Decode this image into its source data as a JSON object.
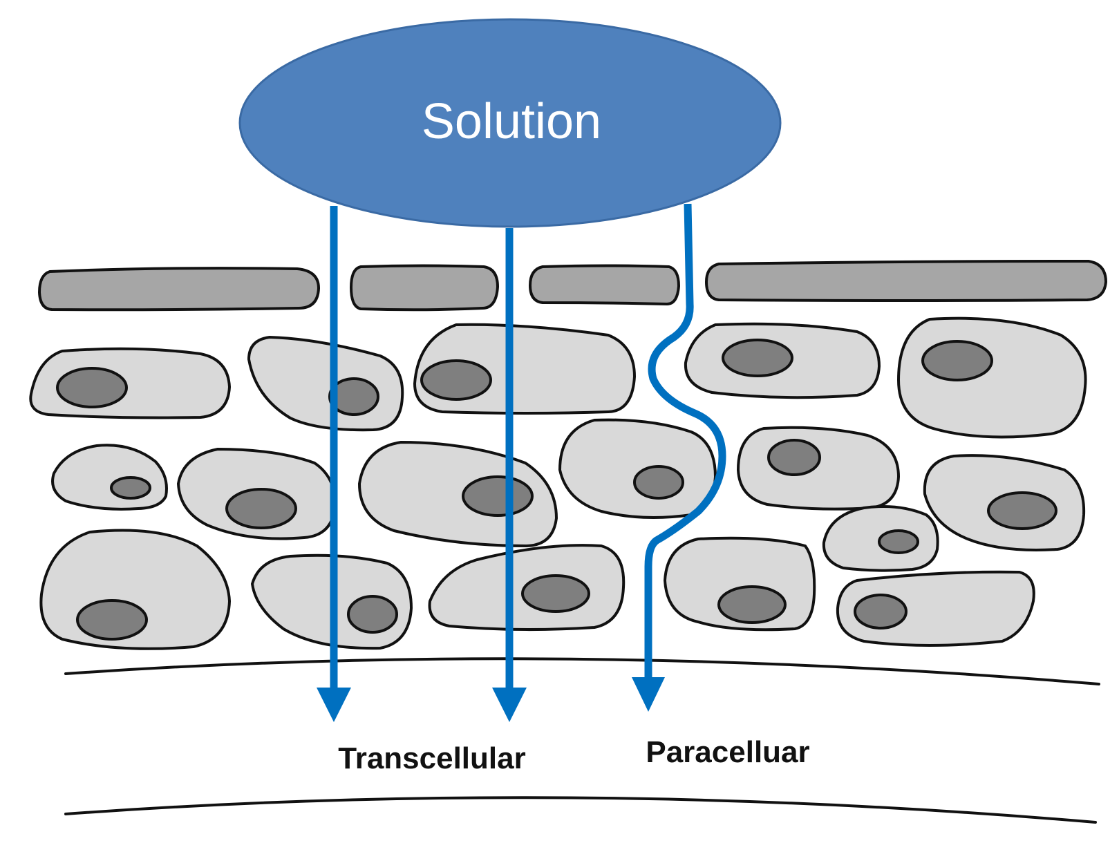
{
  "colors": {
    "solution_fill": "#4f81bd",
    "solution_stroke": "#3a6aa4",
    "pathway_arrow": "#0070c0",
    "cell_fill": "#d9d9d9",
    "nucleus_fill": "#7f7f7f",
    "surface_plate_fill": "#a6a6a6",
    "outline": "#111111"
  },
  "solution": {
    "label": "Solution"
  },
  "pathways": [
    {
      "label": "Transcellular"
    },
    {
      "label": "Paracelluar"
    }
  ]
}
